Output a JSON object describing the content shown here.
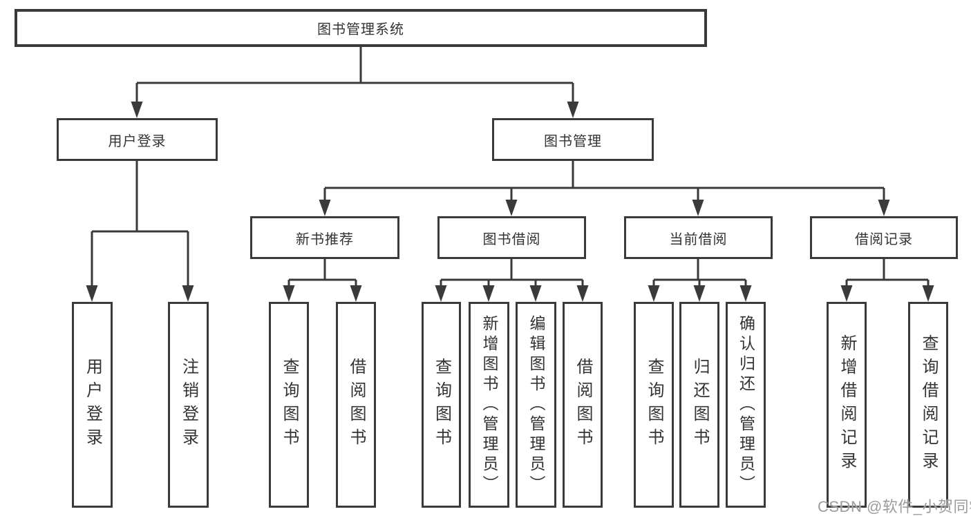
{
  "nodes": {
    "root": "图书管理系统",
    "user_login": "用户登录",
    "book_management": "图书管理",
    "new_book_recommendation": "新书推荐",
    "book_borrowing": "图书借阅",
    "current_borrowing": "当前借阅",
    "borrowing_records": "借阅记录",
    "ul_user_login": "用户登录",
    "ul_logout": "注销登录",
    "nb_query_books": "查询图书",
    "nb_borrow_books": "借阅图书",
    "bb_query_books": "查询图书",
    "bb_add_books_admin": "新增图书（管理员）",
    "bb_edit_books_admin": "编辑图书（管理员）",
    "bb_borrow_books": "借阅图书",
    "cb_query_books": "查询图书",
    "cb_return_books": "归还图书",
    "cb_confirm_return_admin": "确认归还（管理员）",
    "br_add_record": "新增借阅记录",
    "br_query_record": "查询借阅记录"
  },
  "watermark": "CSDN @软件_小贺同学",
  "colors": {
    "line": "#3a3a3a",
    "text": "#333333",
    "box-bg": "#ffffff",
    "watermark": "#9c9c9c",
    "background": "#ffffff"
  }
}
